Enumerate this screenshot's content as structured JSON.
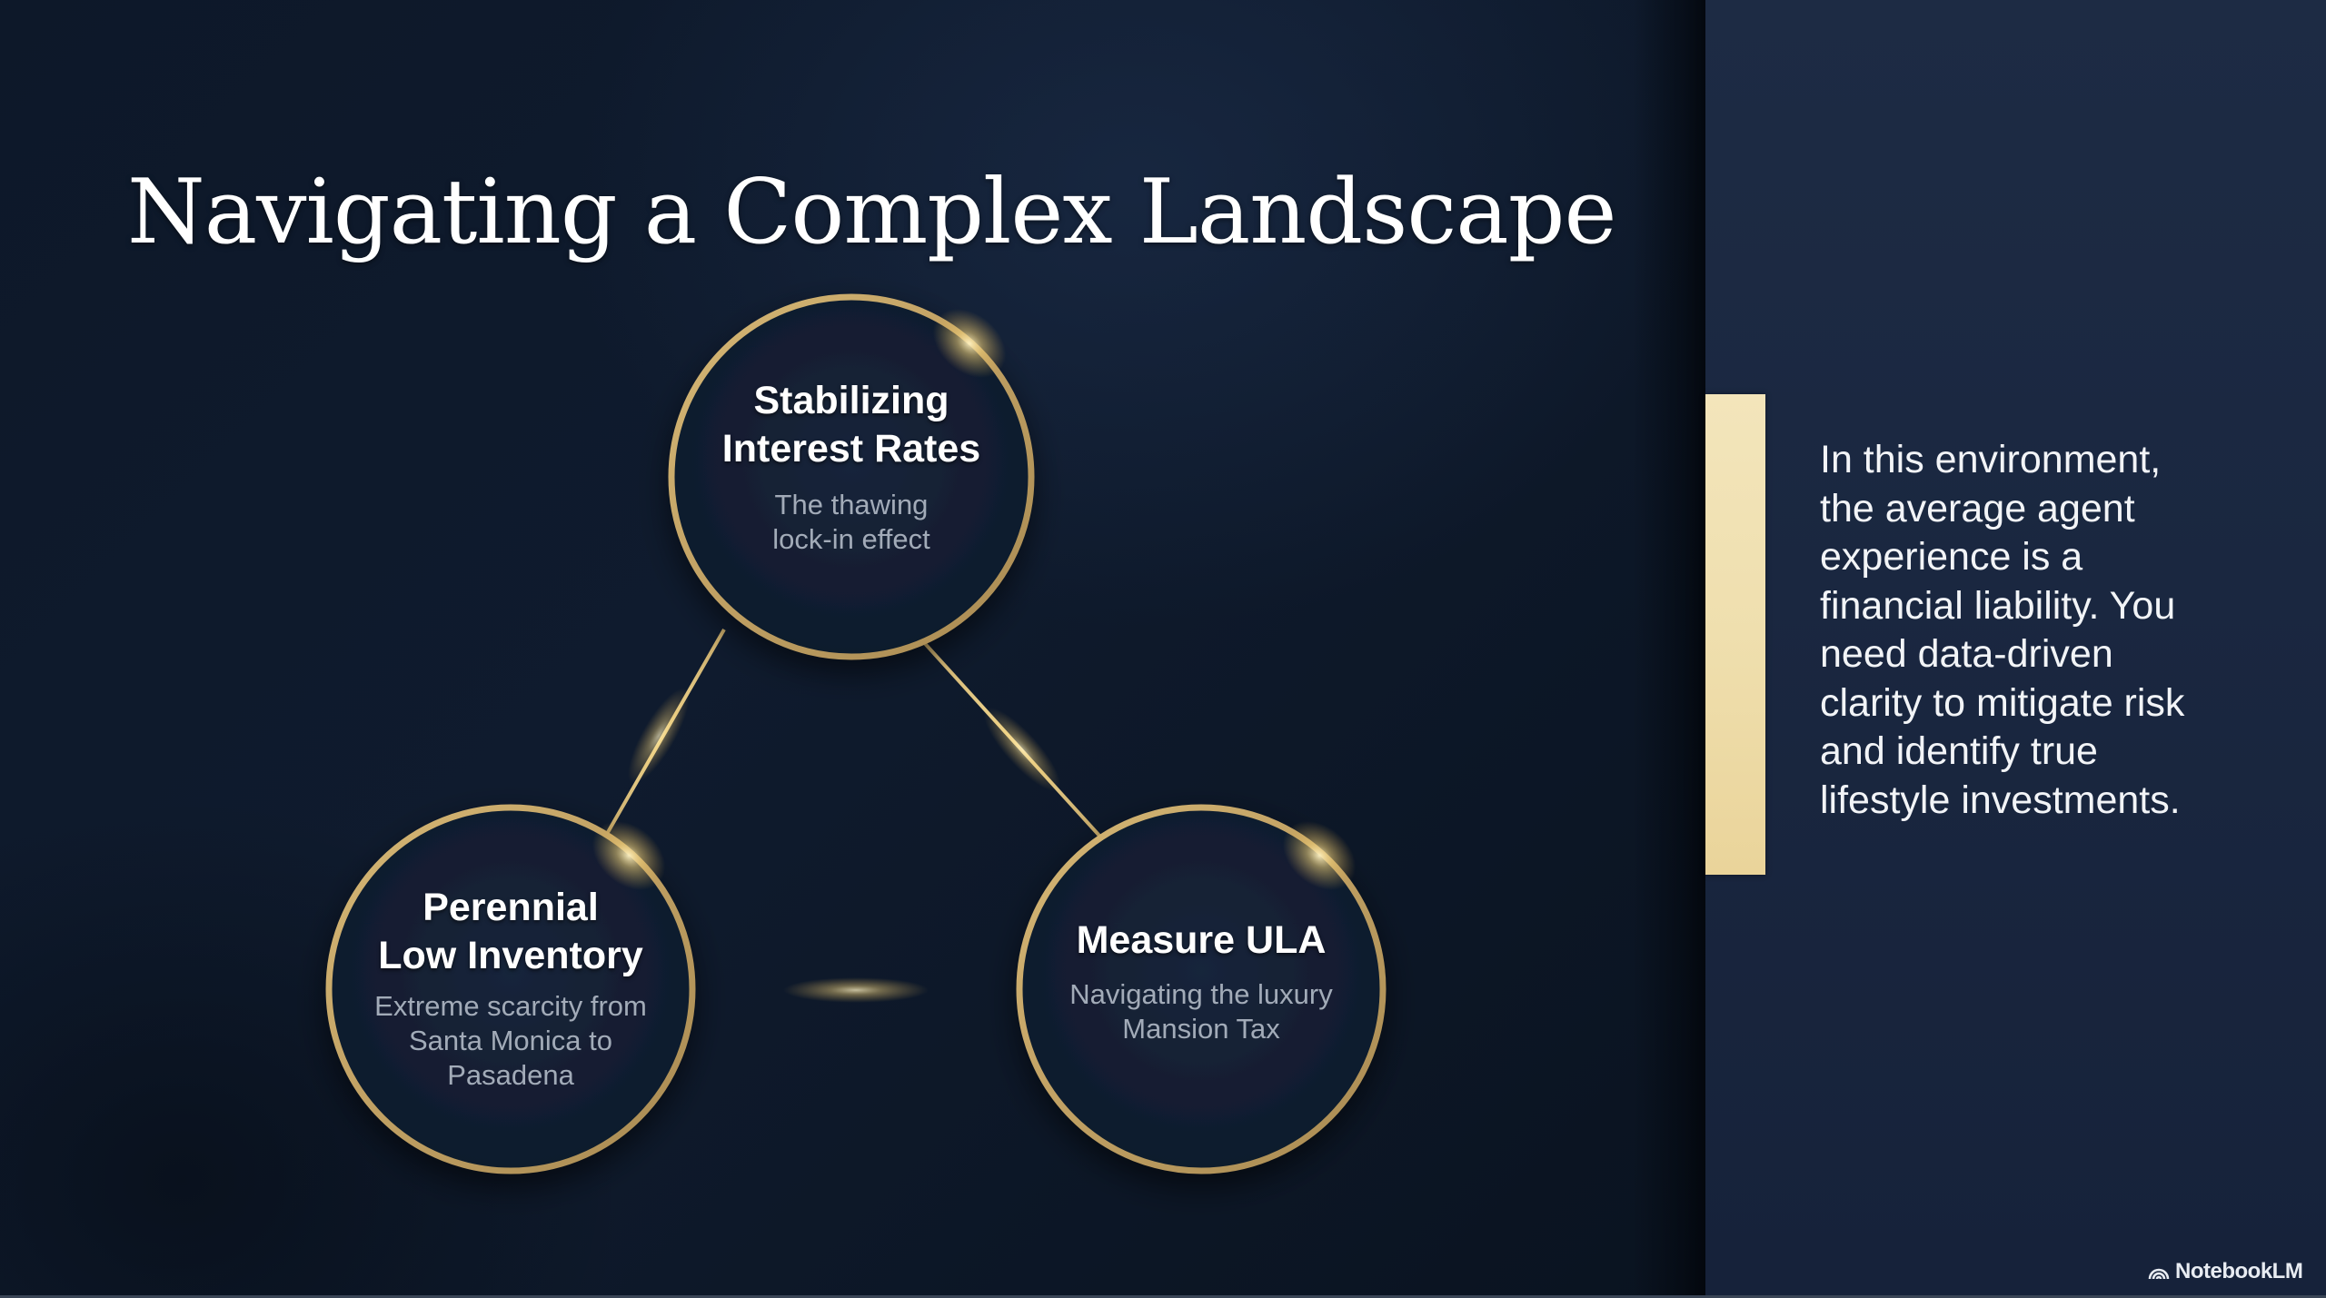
{
  "slide": {
    "title": "Navigating a Complex Landscape",
    "colors": {
      "background": "#0d1829",
      "panel": "#1c2940",
      "gold": "#c9a96a",
      "gold_highlight": "#f5e3a6",
      "accent_bar": "#efdfae",
      "title_text": "#ffffff",
      "subtitle_text": "#a2abb8"
    }
  },
  "diagram": {
    "nodes": [
      {
        "id": "top",
        "title_lines": [
          "Stabilizing",
          "Interest Rates"
        ],
        "subtitle_lines": [
          "The thawing",
          "lock-in effect"
        ]
      },
      {
        "id": "left",
        "title_lines": [
          "Perennial",
          "Low Inventory"
        ],
        "subtitle_lines": [
          "Extreme scarcity from",
          "Santa Monica to",
          "Pasadena"
        ]
      },
      {
        "id": "right",
        "title_lines": [
          "Measure ULA"
        ],
        "subtitle_lines": [
          "Navigating the luxury",
          "Mansion Tax"
        ]
      }
    ],
    "connections": [
      {
        "from": "top",
        "to": "left"
      },
      {
        "from": "top",
        "to": "right"
      },
      {
        "from": "left",
        "to": "right"
      }
    ]
  },
  "side_panel": {
    "quote_lines": [
      "In this environment,",
      "the average agent",
      "experience is a",
      "financial liability. You",
      "need data-driven",
      "clarity to mitigate risk",
      "and identify true",
      "lifestyle investments."
    ]
  },
  "branding": {
    "icon": "notebooklm-logo-icon",
    "label": "NotebookLM"
  }
}
